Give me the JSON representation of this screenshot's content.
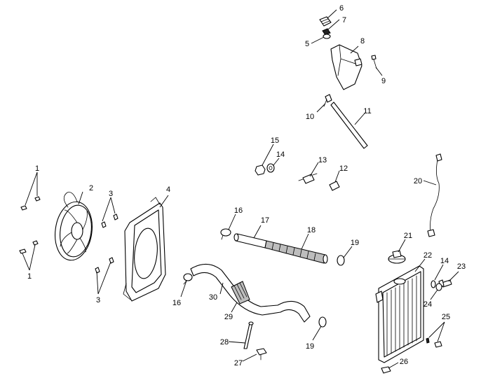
{
  "callouts": {
    "c1a": "1",
    "c1b": "1",
    "c2": "2",
    "c3a": "3",
    "c3b": "3",
    "c4": "4",
    "c5": "5",
    "c6": "6",
    "c7": "7",
    "c8": "8",
    "c9": "9",
    "c10": "10",
    "c11": "11",
    "c12": "12",
    "c13": "13",
    "c14a": "14",
    "c14b": "14",
    "c15": "15",
    "c16a": "16",
    "c16b": "16",
    "c17": "17",
    "c18": "18",
    "c19a": "19",
    "c19b": "19",
    "c20": "20",
    "c21": "21",
    "c22": "22",
    "c23": "23",
    "c24": "24",
    "c25": "25",
    "c26": "26",
    "c27": "27",
    "c28": "28",
    "c29": "29",
    "c30": "30"
  }
}
